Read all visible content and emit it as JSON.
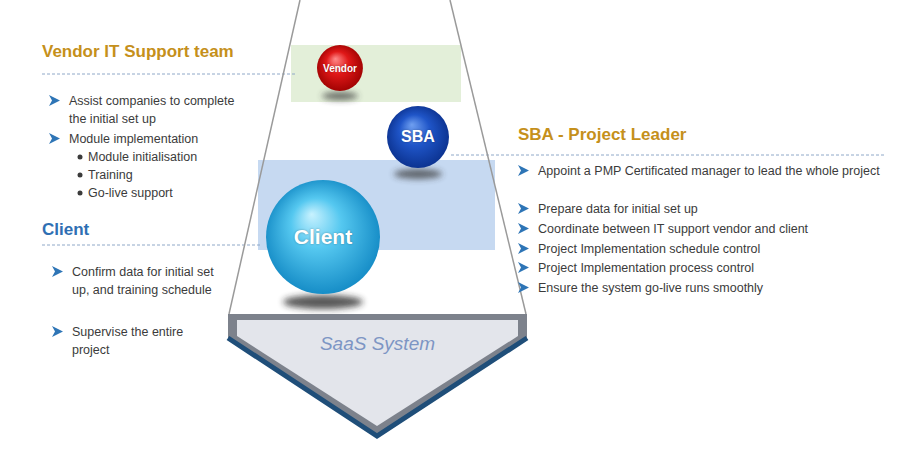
{
  "diagram": {
    "nodes": [
      {
        "text": [
          "SaaS System"
        ]
      },
      {
        "text": [
          "Vendor"
        ],
        "in": 0
      },
      {
        "text": [
          "SBA"
        ],
        "in": 0
      },
      {
        "text": [
          "Client"
        ],
        "in": 0
      }
    ],
    "labels": [
      "Vendor IT Support team",
      "Assist companies to complete the initial set up",
      "Module implementation",
      "Module initialisation",
      "Training",
      "Go-live support",
      "SBA - Project Leader",
      "Appoint a PMP Certificated manager to lead the whole project",
      "Prepare data for initial set up",
      "Coordinate between IT support vendor and client",
      "Project Implementation schedule control",
      "Project Implementation process control",
      "Ensure the system go-live runs smoothly",
      "Client",
      "Confirm data for initial set up, and training schedule",
      "Supervise the entire project"
    ]
  }
}
